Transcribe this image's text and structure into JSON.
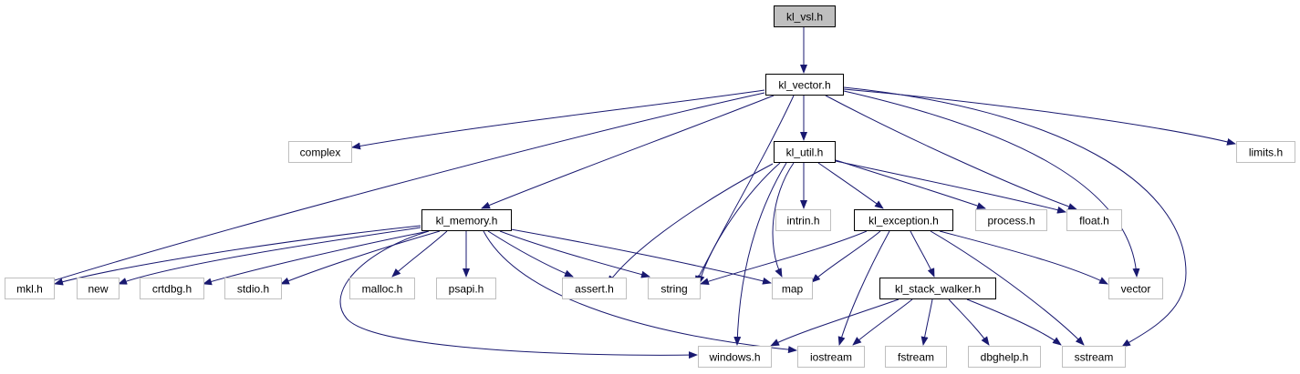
{
  "graph": {
    "colors": {
      "edge": "#191970",
      "root_fill": "#bfbfbf",
      "project_stroke": "#000000",
      "system_stroke": "#bfbfbf",
      "node_fill": "#ffffff"
    },
    "nodes": [
      {
        "id": "kl_vsl_h",
        "label": "kl_vsl.h",
        "kind": "root",
        "icon": ""
      },
      {
        "id": "kl_vector_h",
        "label": "kl_vector.h",
        "kind": "project"
      },
      {
        "id": "complex",
        "label": "complex",
        "kind": "system"
      },
      {
        "id": "kl_util_h",
        "label": "kl_util.h",
        "kind": "project"
      },
      {
        "id": "limits_h",
        "label": "limits.h",
        "kind": "system"
      },
      {
        "id": "kl_memory_h",
        "label": "kl_memory.h",
        "kind": "project"
      },
      {
        "id": "intrin_h",
        "label": "intrin.h",
        "kind": "system"
      },
      {
        "id": "kl_exception_h",
        "label": "kl_exception.h",
        "kind": "project"
      },
      {
        "id": "process_h",
        "label": "process.h",
        "kind": "system"
      },
      {
        "id": "float_h",
        "label": "float.h",
        "kind": "system"
      },
      {
        "id": "mkl_h",
        "label": "mkl.h",
        "kind": "system"
      },
      {
        "id": "new",
        "label": "new",
        "kind": "system"
      },
      {
        "id": "crtdbg_h",
        "label": "crtdbg.h",
        "kind": "system"
      },
      {
        "id": "stdio_h",
        "label": "stdio.h",
        "kind": "system"
      },
      {
        "id": "malloc_h",
        "label": "malloc.h",
        "kind": "system"
      },
      {
        "id": "psapi_h",
        "label": "psapi.h",
        "kind": "system"
      },
      {
        "id": "assert_h",
        "label": "assert.h",
        "kind": "system"
      },
      {
        "id": "string",
        "label": "string",
        "kind": "system"
      },
      {
        "id": "map",
        "label": "map",
        "kind": "system"
      },
      {
        "id": "vector",
        "label": "vector",
        "kind": "system"
      },
      {
        "id": "kl_stack_walker_h",
        "label": "kl_stack_walker.h",
        "kind": "project"
      },
      {
        "id": "windows_h",
        "label": "windows.h",
        "kind": "system"
      },
      {
        "id": "iostream",
        "label": "iostream",
        "kind": "system"
      },
      {
        "id": "fstream",
        "label": "fstream",
        "kind": "system"
      },
      {
        "id": "dbghelp_h",
        "label": "dbghelp.h",
        "kind": "system"
      },
      {
        "id": "sstream",
        "label": "sstream",
        "kind": "system"
      }
    ],
    "edges": [
      [
        "kl_vsl_h",
        "kl_vector_h"
      ],
      [
        "kl_vector_h",
        "complex"
      ],
      [
        "kl_vector_h",
        "kl_util_h"
      ],
      [
        "kl_vector_h",
        "limits_h"
      ],
      [
        "kl_vector_h",
        "kl_memory_h"
      ],
      [
        "kl_vector_h",
        "mkl_h"
      ],
      [
        "kl_vector_h",
        "string"
      ],
      [
        "kl_vector_h",
        "float_h"
      ],
      [
        "kl_vector_h",
        "vector"
      ],
      [
        "kl_vector_h",
        "sstream"
      ],
      [
        "kl_util_h",
        "intrin_h"
      ],
      [
        "kl_util_h",
        "kl_exception_h"
      ],
      [
        "kl_util_h",
        "process_h"
      ],
      [
        "kl_util_h",
        "float_h"
      ],
      [
        "kl_util_h",
        "assert_h"
      ],
      [
        "kl_util_h",
        "string"
      ],
      [
        "kl_util_h",
        "map"
      ],
      [
        "kl_util_h",
        "windows_h"
      ],
      [
        "kl_memory_h",
        "mkl_h"
      ],
      [
        "kl_memory_h",
        "new"
      ],
      [
        "kl_memory_h",
        "crtdbg_h"
      ],
      [
        "kl_memory_h",
        "stdio_h"
      ],
      [
        "kl_memory_h",
        "malloc_h"
      ],
      [
        "kl_memory_h",
        "psapi_h"
      ],
      [
        "kl_memory_h",
        "assert_h"
      ],
      [
        "kl_memory_h",
        "string"
      ],
      [
        "kl_memory_h",
        "map"
      ],
      [
        "kl_memory_h",
        "iostream"
      ],
      [
        "kl_memory_h",
        "windows_h"
      ],
      [
        "kl_exception_h",
        "string"
      ],
      [
        "kl_exception_h",
        "map"
      ],
      [
        "kl_exception_h",
        "vector"
      ],
      [
        "kl_exception_h",
        "kl_stack_walker_h"
      ],
      [
        "kl_exception_h",
        "iostream"
      ],
      [
        "kl_exception_h",
        "sstream"
      ],
      [
        "kl_stack_walker_h",
        "windows_h"
      ],
      [
        "kl_stack_walker_h",
        "iostream"
      ],
      [
        "kl_stack_walker_h",
        "fstream"
      ],
      [
        "kl_stack_walker_h",
        "dbghelp_h"
      ],
      [
        "kl_stack_walker_h",
        "sstream"
      ]
    ]
  }
}
